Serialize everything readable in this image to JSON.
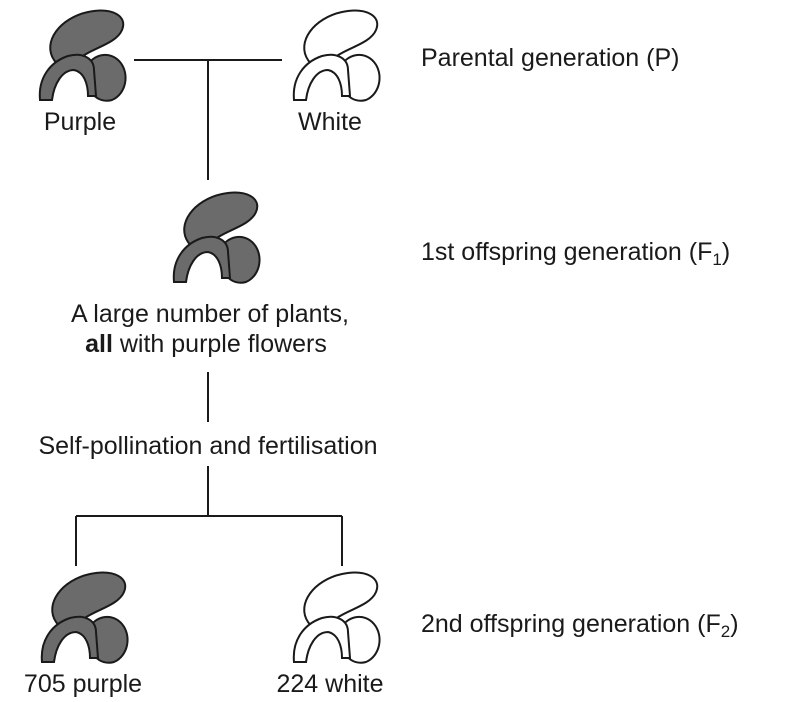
{
  "colors": {
    "purple_fill": "#6b6b6b",
    "white_fill": "#ffffff",
    "line": "#1a1a1a"
  },
  "icons": {
    "purple_flower": "purple-flower-icon",
    "white_flower": "white-flower-icon"
  },
  "parental": {
    "left_label": "Purple",
    "right_label": "White",
    "generation_label": "Parental generation (P)"
  },
  "f1": {
    "generation_prefix": "1st offspring generation (F",
    "generation_sub": "1",
    "generation_suffix": ")",
    "caption_line1": "A large number of plants,",
    "caption_bold": "all",
    "caption_rest": " with purple flowers"
  },
  "process": {
    "label": "Self-pollination and fertilisation"
  },
  "f2": {
    "generation_prefix": "2nd offspring generation (F",
    "generation_sub": "2",
    "generation_suffix": ")",
    "left_label": "705 purple",
    "right_label": "224 white"
  }
}
